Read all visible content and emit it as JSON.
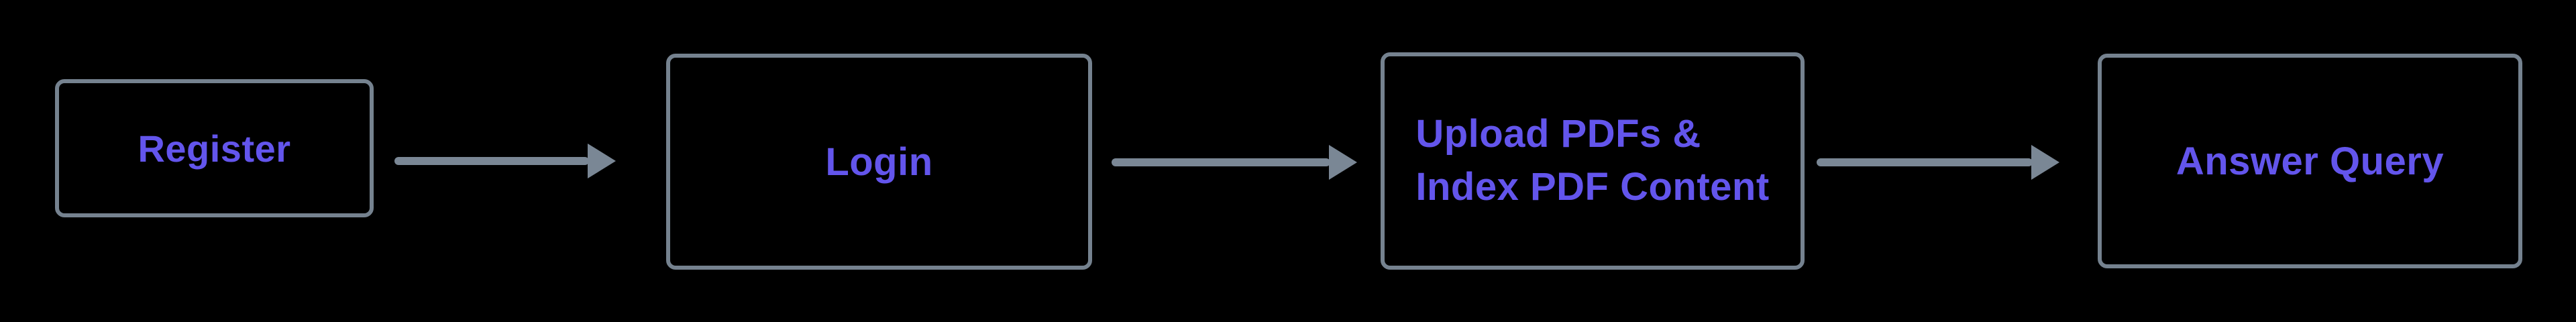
{
  "diagram": {
    "type": "flowchart",
    "direction": "left-to-right",
    "colors": {
      "background": "#000000",
      "node_border": "#75828F",
      "arrow": "#7A8795",
      "label_text": "#6355EC"
    },
    "nodes": [
      {
        "id": "register",
        "label": "Register",
        "lines": [
          "Register"
        ]
      },
      {
        "id": "login",
        "label": "Login",
        "lines": [
          "Login"
        ]
      },
      {
        "id": "upload-index",
        "label": "Upload PDFs & Index PDF Content",
        "lines": [
          "Upload PDFs &",
          "Index PDF Content"
        ]
      },
      {
        "id": "answer-query",
        "label": "Answer Query",
        "lines": [
          "Answer Query"
        ]
      }
    ],
    "edges": [
      {
        "from": "Register",
        "to": "Login"
      },
      {
        "from": "Login",
        "to": "Upload PDFs & Index PDF Content"
      },
      {
        "from": "Upload PDFs & Index PDF Content",
        "to": "Answer Query"
      }
    ]
  }
}
